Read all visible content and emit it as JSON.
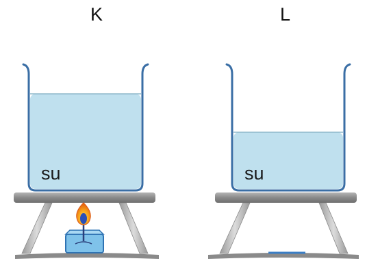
{
  "labels": {
    "left": "K",
    "right": "L"
  },
  "beakers": [
    {
      "label": "K",
      "liquid_label": "su",
      "heated": true
    },
    {
      "label": "L",
      "liquid_label": "su",
      "heated": false
    }
  ],
  "colors": {
    "water": "#bfe0ee",
    "water_line": "#8fb8cc",
    "glass": "#3a6ea5",
    "stand_plate": "#8c8c8c",
    "legs": "#c8c8c8",
    "flame_outer": "#f7a21b",
    "flame_inner": "#2a4fb8",
    "burner": "#7fc2ea"
  }
}
